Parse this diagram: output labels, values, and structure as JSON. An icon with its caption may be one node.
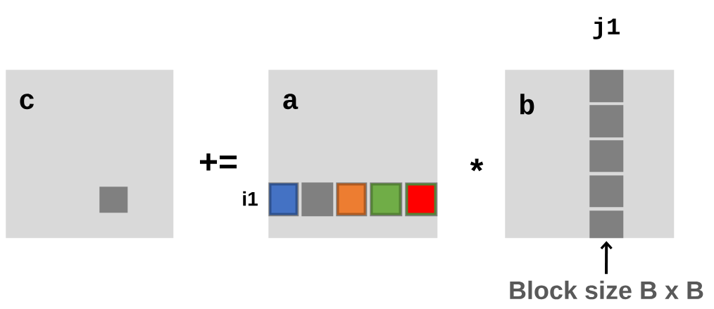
{
  "diagram": {
    "nodes": [
      {
        "text": [
          "c"
        ]
      },
      {
        "text": [],
        "shape": "box",
        "in": 0
      },
      {
        "text": [
          "a"
        ]
      },
      {
        "text": [],
        "shape": "box",
        "in": 2
      },
      {
        "text": [],
        "shape": "box",
        "in": 2
      },
      {
        "text": [],
        "shape": "box",
        "in": 2
      },
      {
        "text": [],
        "shape": "box",
        "in": 2
      },
      {
        "text": [],
        "shape": "box",
        "in": 2
      },
      {
        "text": [
          "b"
        ]
      },
      {
        "text": [],
        "shape": "box",
        "in": 8
      },
      {
        "text": [],
        "shape": "box",
        "in": 8
      },
      {
        "text": [],
        "shape": "box",
        "in": 8
      },
      {
        "text": [],
        "shape": "box",
        "in": 8
      },
      {
        "text": [],
        "shape": "box",
        "in": 8
      },
      {
        "text": [
          "Block size B x B"
        ]
      }
    ],
    "edges": [
      {
        "from": 14,
        "to": 13,
        "arrow": "to"
      }
    ],
    "labels": [
      "j1",
      "+=",
      "i1",
      "*"
    ]
  }
}
